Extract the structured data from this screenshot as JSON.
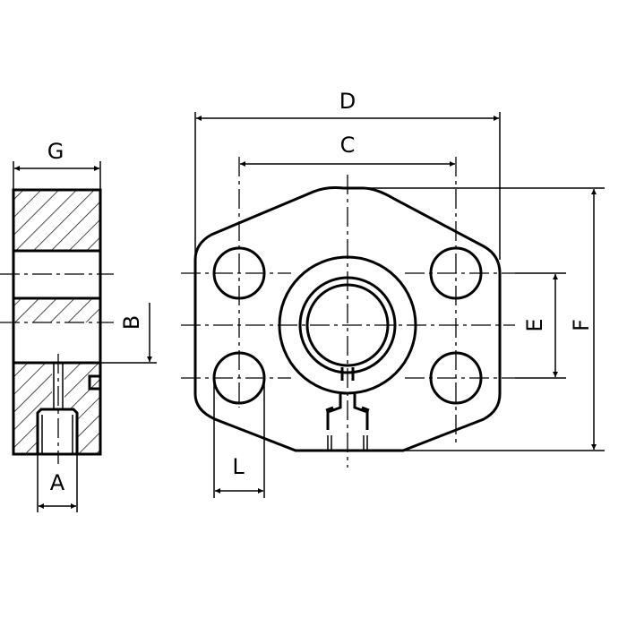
{
  "labels": {
    "G": "G",
    "B": "B",
    "A": "A",
    "D": "D",
    "C": "C",
    "E": "E",
    "F": "F",
    "L": "L"
  },
  "colors": {
    "line": "#000000",
    "background": "#ffffff"
  }
}
